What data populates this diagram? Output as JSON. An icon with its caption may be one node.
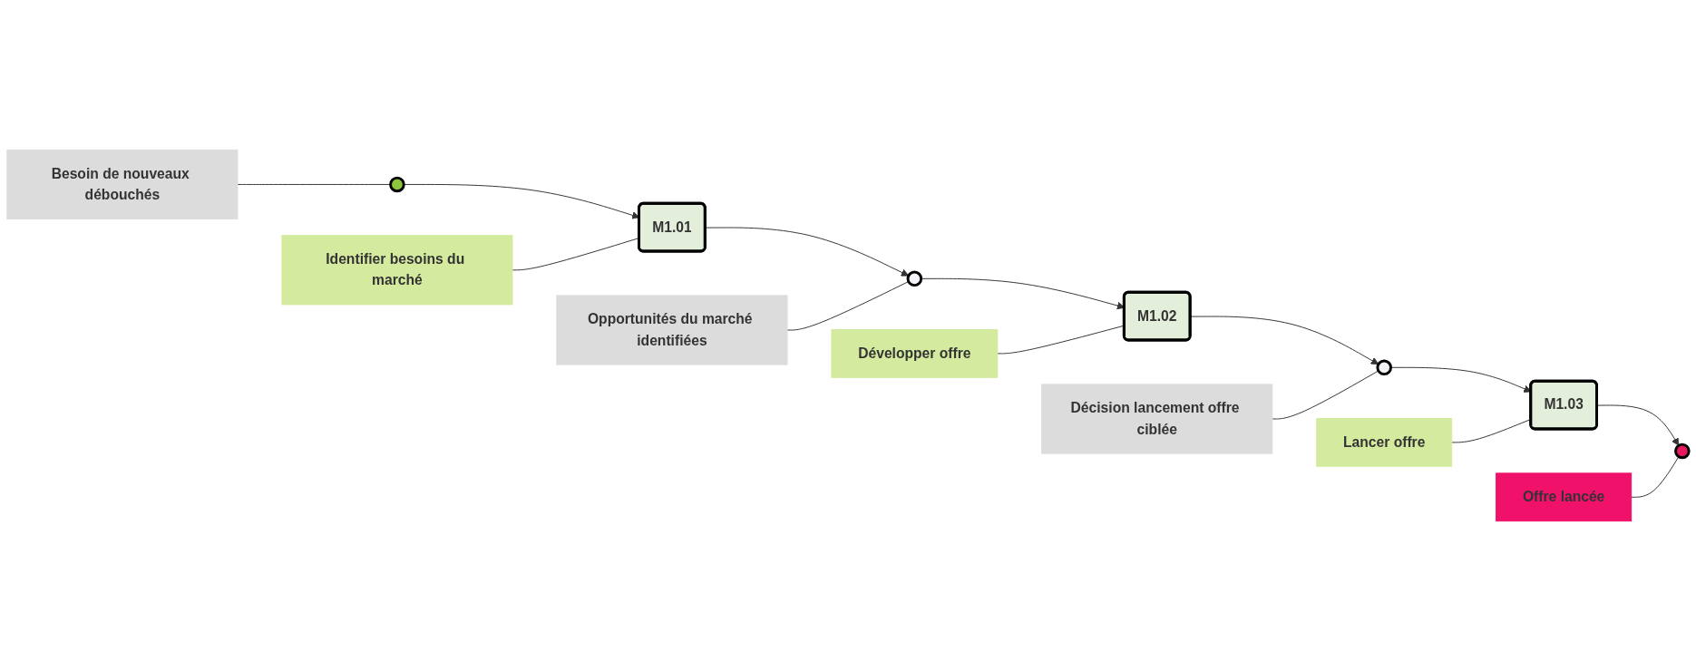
{
  "diagram": {
    "nodes": [
      {
        "text": [],
        "shape": "circle"
      },
      {
        "text": [
          "M1.01"
        ]
      },
      {
        "text": [],
        "shape": "circle"
      },
      {
        "text": [
          "M1.02"
        ]
      },
      {
        "text": [],
        "shape": "circle"
      },
      {
        "text": [
          "M1.03"
        ]
      },
      {
        "text": [],
        "shape": "circle"
      },
      {
        "text": [
          "Identifier besoins du marché"
        ]
      },
      {
        "text": [
          "Développer offre"
        ]
      },
      {
        "text": [
          "Lancer offre"
        ]
      },
      {
        "text": [
          "Besoin de nouveaux débouchés"
        ]
      },
      {
        "text": [
          "Opportunités du marché identifiées"
        ]
      },
      {
        "text": [
          "Décision lancement offre ciblée"
        ]
      },
      {
        "text": [
          "Offre lancée"
        ]
      }
    ],
    "edges": [
      {
        "from": 0,
        "to": 1,
        "arrow": "to"
      },
      {
        "from": 1,
        "to": 2,
        "arrow": "to"
      },
      {
        "from": 2,
        "to": 3,
        "arrow": "to"
      },
      {
        "from": 3,
        "to": 4,
        "arrow": "to"
      },
      {
        "from": 4,
        "to": 5,
        "arrow": "to"
      },
      {
        "from": 5,
        "to": 6,
        "arrow": "to"
      },
      {
        "from": 7,
        "to": 1,
        "arrow": "none"
      },
      {
        "from": 8,
        "to": 3,
        "arrow": "none"
      },
      {
        "from": 9,
        "to": 5,
        "arrow": "none"
      },
      {
        "from": 10,
        "to": 0,
        "arrow": "none"
      },
      {
        "from": 11,
        "to": 2,
        "arrow": "none"
      },
      {
        "from": 12,
        "to": 4,
        "arrow": "none"
      },
      {
        "from": 13,
        "to": 6,
        "arrow": "none"
      }
    ]
  }
}
